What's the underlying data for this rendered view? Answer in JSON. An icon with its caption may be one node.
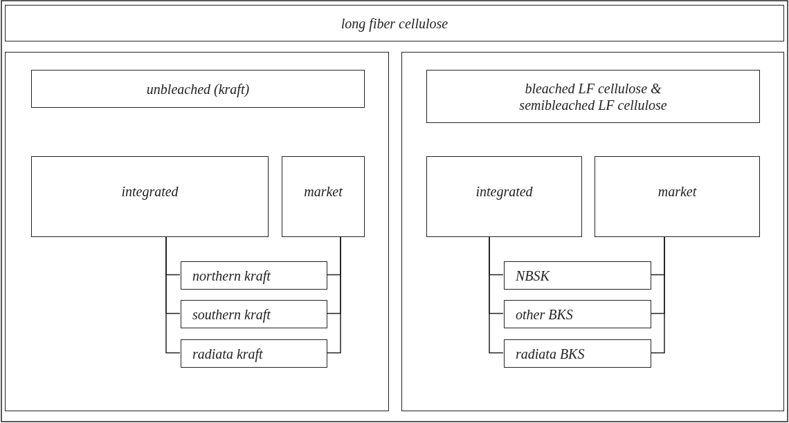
{
  "diagram": {
    "nodes": [
      {
        "text": [
          "long fiber cellulose"
        ]
      },
      {
        "text": [],
        "shape": "box"
      },
      {
        "text": [
          "unbleached (kraft)"
        ],
        "in": 1
      },
      {
        "text": [
          "integrated"
        ],
        "in": 1
      },
      {
        "text": [
          "market"
        ],
        "in": 1
      },
      {
        "text": [
          "northern kraft"
        ],
        "in": 1
      },
      {
        "text": [
          "southern kraft"
        ],
        "in": 1
      },
      {
        "text": [
          "radiata kraft"
        ],
        "in": 1
      },
      {
        "text": [],
        "shape": "box"
      },
      {
        "text": [
          "bleached LF cellulose & semibleached LF cellulose"
        ],
        "in": 8
      },
      {
        "text": [
          "integrated"
        ],
        "in": 8
      },
      {
        "text": [
          "market"
        ],
        "in": 8
      },
      {
        "text": [
          "NBSK"
        ],
        "in": 8
      },
      {
        "text": [
          "other BKS"
        ],
        "in": 8
      },
      {
        "text": [
          "radiata BKS"
        ],
        "in": 8
      }
    ],
    "edges": [
      {
        "from": 3,
        "to": 5,
        "arrow": "none"
      },
      {
        "from": 3,
        "to": 6,
        "arrow": "none"
      },
      {
        "from": 3,
        "to": 7,
        "arrow": "none"
      },
      {
        "from": 4,
        "to": 5,
        "arrow": "none"
      },
      {
        "from": 4,
        "to": 6,
        "arrow": "none"
      },
      {
        "from": 4,
        "to": 7,
        "arrow": "none"
      },
      {
        "from": 10,
        "to": 12,
        "arrow": "none"
      },
      {
        "from": 10,
        "to": 13,
        "arrow": "none"
      },
      {
        "from": 10,
        "to": 14,
        "arrow": "none"
      },
      {
        "from": 11,
        "to": 12,
        "arrow": "none"
      },
      {
        "from": 11,
        "to": 13,
        "arrow": "none"
      },
      {
        "from": 11,
        "to": 14,
        "arrow": "none"
      }
    ]
  }
}
